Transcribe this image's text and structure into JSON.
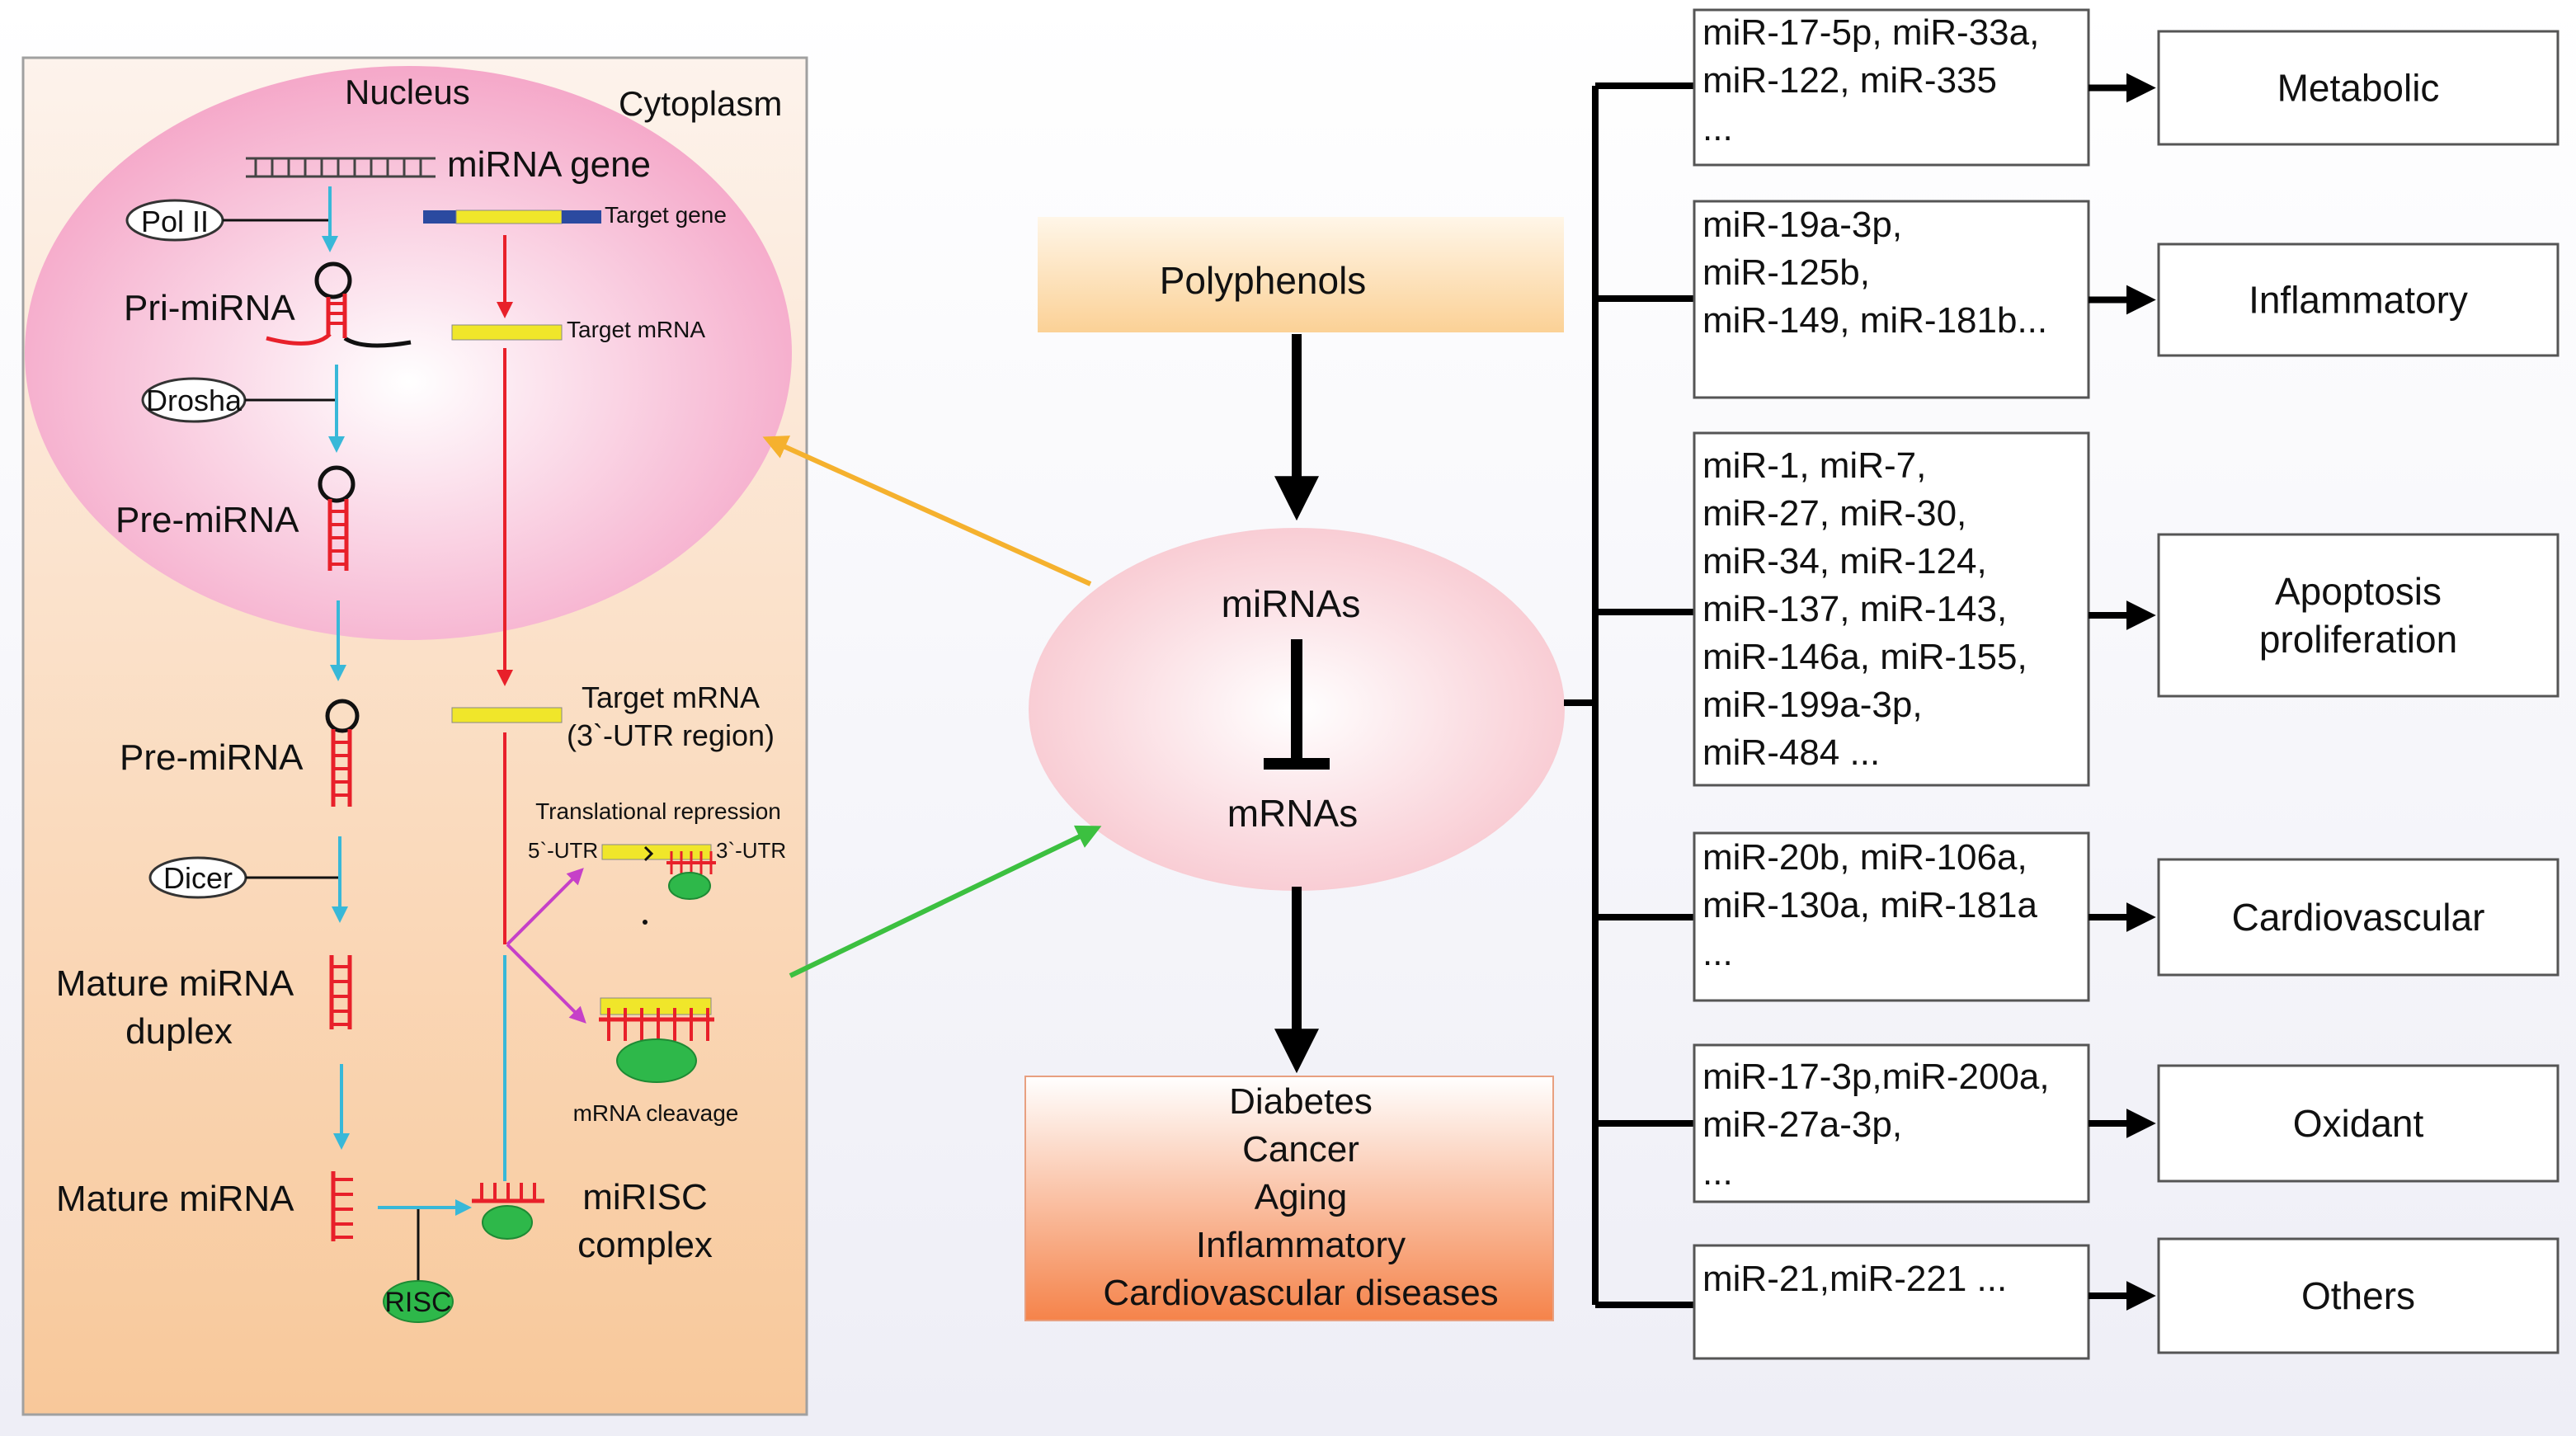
{
  "colors": {
    "panel_fill_top": "#fdf3ec",
    "panel_fill_bottom": "#f8c89a",
    "nucleus_fill": "#f6a8c8",
    "polyphenols_fill": "#fbd9a0",
    "diseases_fill": "#f58d55",
    "mirna_ellipse_fill": "#fbd8de",
    "cyan": "#38b8d8",
    "red": "#e8202a",
    "green": "#2eb84a",
    "yellow": "#f0e62a",
    "blue": "#2b4aa0",
    "magenta": "#c640c8",
    "orange_arrow": "#f5b12e",
    "green_arrow": "#3cc040"
  },
  "pathway": {
    "nucleus": "Nucleus",
    "cytoplasm": "Cytoplasm",
    "mirna_gene": "miRNA gene",
    "target_gene": "Target gene",
    "pol2": "Pol II",
    "pri_mirna": "Pri-miRNA",
    "drosha": "Drosha",
    "target_mrna": "Target mRNA",
    "pre_mirna_1": "Pre-miRNA",
    "pre_mirna_2": "Pre-miRNA",
    "target_mrna_utr_1": "Target mRNA",
    "target_mrna_utr_2": "(3`-UTR region)",
    "translational_repression": "Translational repression",
    "utr5": "5`-UTR",
    "utr3": "3`-UTR",
    "dicer": "Dicer",
    "mature_duplex_1": "Mature miRNA",
    "mature_duplex_2": "duplex",
    "mrna_cleavage": "mRNA cleavage",
    "mature_mirna": "Mature miRNA",
    "mirisc_1": "miRISC",
    "mirisc_2": "complex",
    "risc": "RISC"
  },
  "center": {
    "polyphenols": "Polyphenols",
    "mirnas": "miRNAs",
    "mrnas": "mRNAs",
    "diseases": [
      "Diabetes",
      "Cancer",
      "Aging",
      "Inflammatory",
      "Cardiovascular diseases"
    ]
  },
  "groups": [
    {
      "mirs": [
        "miR-17-5p, miR-33a,",
        "miR-122, miR-335",
        " ..."
      ],
      "outcome": [
        "Metabolic"
      ]
    },
    {
      "mirs": [
        "miR-19a-3p,",
        "miR-125b,",
        "miR-149, miR-181b..."
      ],
      "outcome": [
        "Inflammatory"
      ]
    },
    {
      "mirs": [
        "miR-1, miR-7,",
        "miR-27, miR-30,",
        "miR-34, miR-124,",
        "miR-137, miR-143,",
        "miR-146a, miR-155,",
        "miR-199a-3p,",
        "miR-484 ..."
      ],
      "outcome": [
        "Apoptosis",
        "proliferation"
      ]
    },
    {
      "mirs": [
        "miR-20b, miR-106a,",
        "miR-130a, miR-181a",
        "..."
      ],
      "outcome": [
        "Cardiovascular"
      ]
    },
    {
      "mirs": [
        "miR-17-3p,miR-200a,",
        "miR-27a-3p,",
        "..."
      ],
      "outcome": [
        "Oxidant"
      ]
    },
    {
      "mirs": [
        "miR-21,miR-221 ..."
      ],
      "outcome": [
        "Others"
      ]
    }
  ]
}
